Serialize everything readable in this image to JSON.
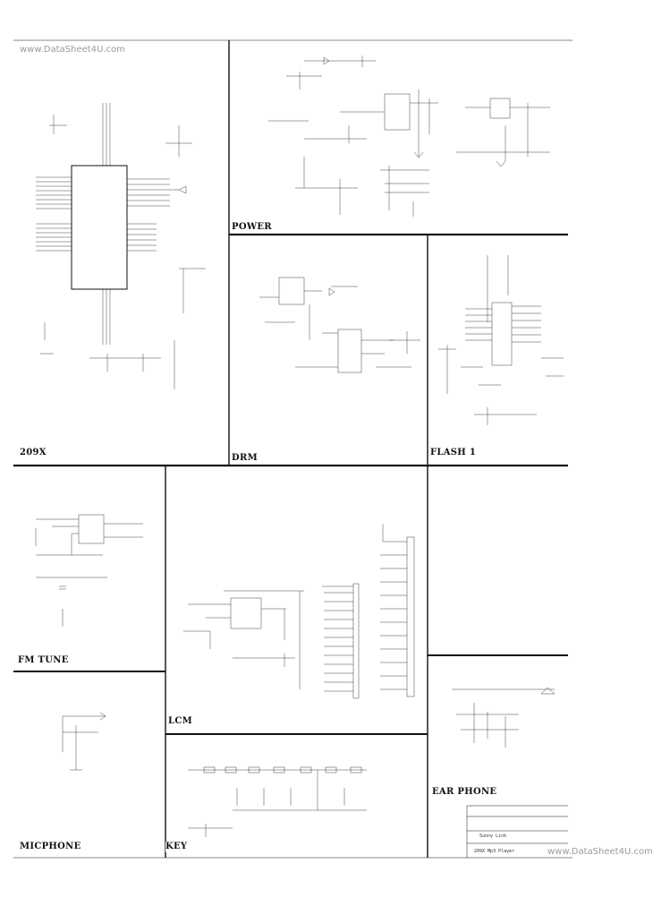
{
  "watermark_top": "www.DataSheet4U.com",
  "watermark_bottom": "www.DataSheet4U.com",
  "blocks": {
    "b209x": "209X",
    "power": "POWER",
    "drm": "DRM",
    "flash1": "FLASH 1",
    "fmtune": "FM TUNE",
    "lcm": "LCM",
    "earphone": "EAR PHONE",
    "micphone": "MICPHONE",
    "key": "KEY"
  },
  "title_block": {
    "line1": "Sunny Link",
    "line2": "209X Mp3 Player"
  },
  "colors": {
    "ink": "#111111",
    "paper": "#ffffff",
    "watermark": "#9a9a9a"
  }
}
